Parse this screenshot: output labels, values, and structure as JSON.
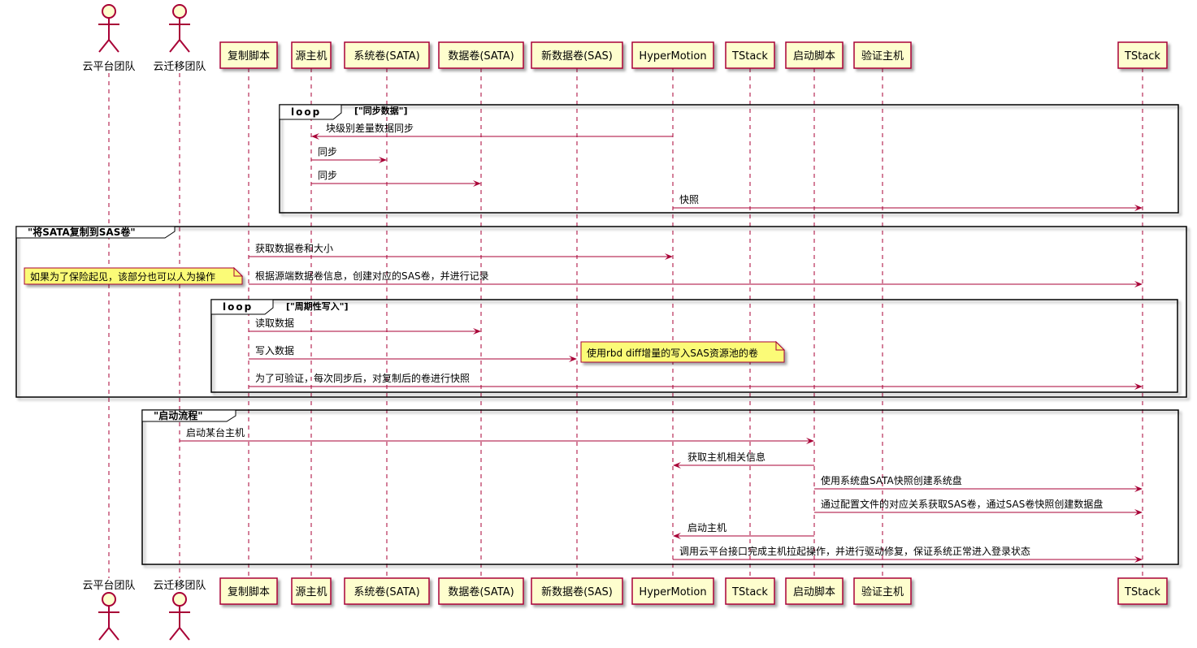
{
  "participants": [
    {
      "id": "p0",
      "label": "云平台团队",
      "kind": "actor"
    },
    {
      "id": "p1",
      "label": "云迁移团队",
      "kind": "actor"
    },
    {
      "id": "p2",
      "label": "复制脚本",
      "kind": "participant"
    },
    {
      "id": "p3",
      "label": "源主机",
      "kind": "participant"
    },
    {
      "id": "p4",
      "label": "系统卷(SATA)",
      "kind": "participant"
    },
    {
      "id": "p5",
      "label": "数据卷(SATA)",
      "kind": "participant"
    },
    {
      "id": "p6",
      "label": "新数据卷(SAS)",
      "kind": "participant"
    },
    {
      "id": "p7",
      "label": "HyperMotion",
      "kind": "participant"
    },
    {
      "id": "p8",
      "label": "TStack",
      "kind": "participant"
    },
    {
      "id": "p9",
      "label": "启动脚本",
      "kind": "participant"
    },
    {
      "id": "p10",
      "label": "验证主机",
      "kind": "participant"
    },
    {
      "id": "p11",
      "label": "TStack",
      "kind": "participant"
    }
  ],
  "frames": [
    {
      "id": "f0",
      "tab": "loop",
      "condition": "[\"同步数据\"]"
    },
    {
      "id": "f1",
      "tab": "\"将SATA复制到SAS卷\"",
      "condition": ""
    },
    {
      "id": "f2",
      "tab": "loop",
      "condition": "[\"周期性写入\"]"
    },
    {
      "id": "f3",
      "tab": "\"启动流程\"",
      "condition": ""
    }
  ],
  "messages": [
    {
      "from": "p7",
      "to": "p3",
      "text": "块级别差量数据同步"
    },
    {
      "from": "p3",
      "to": "p4",
      "text": "同步"
    },
    {
      "from": "p3",
      "to": "p5",
      "text": "同步"
    },
    {
      "from": "p7",
      "to": "p11",
      "text": "快照"
    },
    {
      "from": "p2",
      "to": "p7",
      "text": "获取数据卷和大小"
    },
    {
      "from": "p2",
      "to": "p11",
      "text": "根据源端数据卷信息，创建对应的SAS卷，并进行记录"
    },
    {
      "from": "p2",
      "to": "p5",
      "text": "读取数据"
    },
    {
      "from": "p2",
      "to": "p6",
      "text": "写入数据"
    },
    {
      "from": "p2",
      "to": "p11",
      "text": "为了可验证，每次同步后，对复制后的卷进行快照"
    },
    {
      "from": "p1",
      "to": "p9",
      "text": "启动某台主机"
    },
    {
      "from": "p9",
      "to": "p7",
      "text": "获取主机相关信息"
    },
    {
      "from": "p9",
      "to": "p11",
      "text": "使用系统盘SATA快照创建系统盘"
    },
    {
      "from": "p9",
      "to": "p11",
      "text": "通过配置文件的对应关系获取SAS卷，通过SAS卷快照创建数据盘"
    },
    {
      "from": "p9",
      "to": "p7",
      "text": "启动主机"
    },
    {
      "from": "p7",
      "to": "p11",
      "text": "调用云平台接口完成主机拉起操作，并进行驱动修复，保证系统正常进入登录状态"
    }
  ],
  "notes": [
    {
      "id": "n0",
      "text": "如果为了保险起见，该部分也可以人为操作"
    },
    {
      "id": "n1",
      "text": "使用rbd diff增量的写入SAS资源池的卷"
    }
  ],
  "colors": {
    "line": "#a80036",
    "participant_fill": "#fefece",
    "note_fill": "#fbfb77",
    "frame": "#000000"
  }
}
